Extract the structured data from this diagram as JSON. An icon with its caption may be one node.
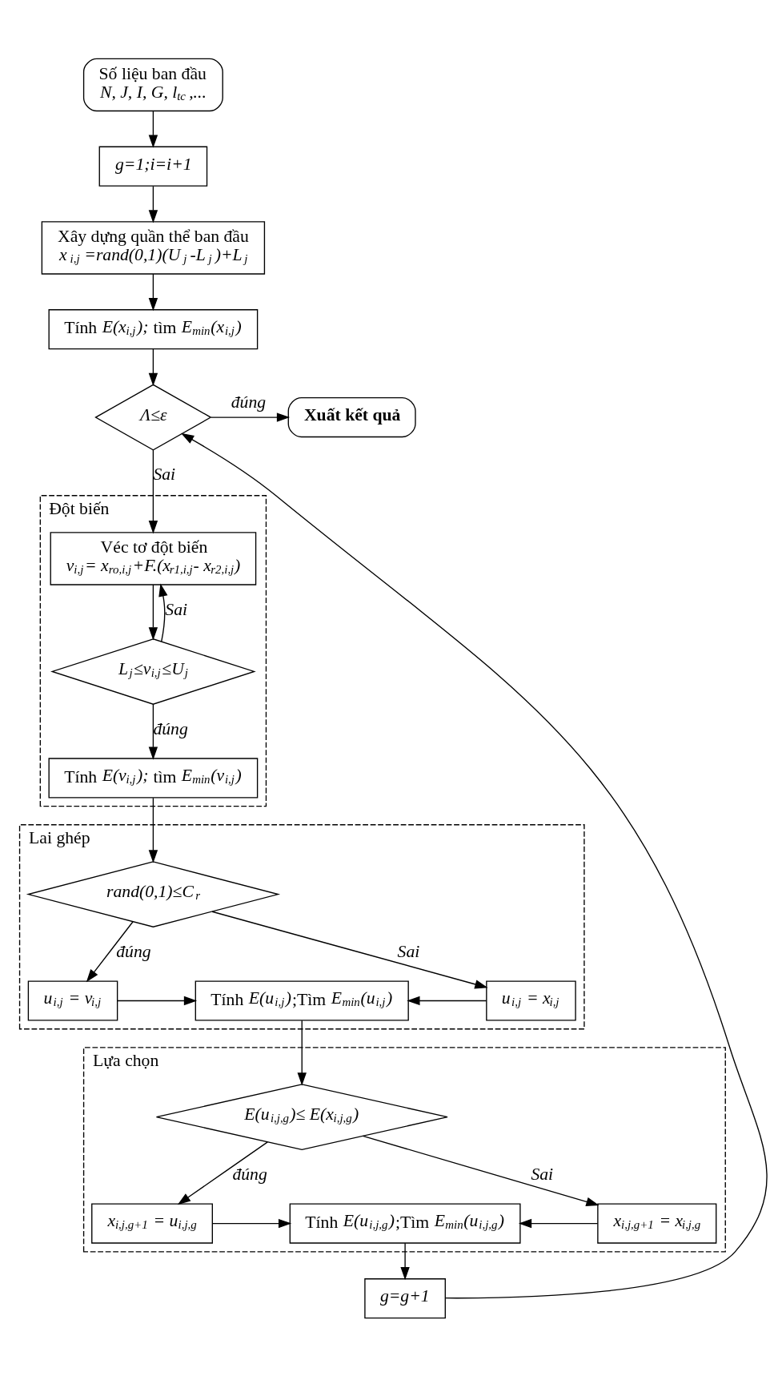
{
  "diagram": {
    "nodes": [
      {
        "text": [
          "Số liệu ban đầu",
          "N, J, I, G, l$_{tc}$,..."
        ]
      },
      {
        "text": [
          "g=1;i=i+1"
        ]
      },
      {
        "text": [
          "Xây dựng quần thể ban đầu",
          "x$_{i,j}$=rand(0,1)(U$_{j}$-L$_{j}$)+L$_{j}$"
        ]
      },
      {
        "text": [
          "Tính *E(x$_{i,j}$);* tìm *E$_{min}$(x$_{i,j}$)*"
        ]
      },
      {
        "text": [
          "Λ≤ε"
        ]
      },
      {
        "text": [
          "Xuất kết quả"
        ]
      },
      {
        "text": [
          "Đột biến"
        ]
      },
      {
        "text": [
          "Véc tơ đột biến",
          "v$_{i,j}$= x$_{ro,i,j}$+F.(x$_{r1,i,j}$- x$_{r2,i,j}$)"
        ],
        "in": 6
      },
      {
        "text": [
          "L$_{j}$≤v$_{i,j}$≤U$_{j}$"
        ],
        "in": 6
      },
      {
        "text": [
          "Tính *E(v$_{i,j}$);* tìm *E$_{min}$(v$_{i,j}$)*"
        ],
        "in": 6
      },
      {
        "text": [
          "Lai ghép"
        ]
      },
      {
        "text": [
          "rand(0,1)≤C$_{r}$"
        ],
        "in": 10
      },
      {
        "text": [
          "u$_{i,j}$ = v$_{i,j}$"
        ],
        "in": 10
      },
      {
        "text": [
          "Tính *E(u$_{i,j}$)*;Tìm *E$_{min}$(u$_{i,j}$)*"
        ],
        "in": 10
      },
      {
        "text": [
          "u$_{i,j}$ = x$_{i,j}$"
        ],
        "in": 10
      },
      {
        "text": [
          "Lựa chọn"
        ]
      },
      {
        "text": [
          "E(u$_{i,j,g}$)≤ E(x$_{i,j,g}$)"
        ],
        "in": 15
      },
      {
        "text": [
          "x$_{i,j,g+1}$ = u$_{i,j,g}$"
        ],
        "in": 15
      },
      {
        "text": [
          "Tính *E(u$_{i,j,g}$)*;Tìm *E$_{min}$(u$_{i,j,g}$)*"
        ],
        "in": 15
      },
      {
        "text": [
          "x$_{i,j,g+1}$ = x$_{i,j,g}$"
        ],
        "in": 15
      },
      {
        "text": [
          "g=g+1"
        ]
      }
    ],
    "edges": [
      {
        "from": 0,
        "to": 1,
        "arrow": "to"
      },
      {
        "from": 1,
        "to": 2,
        "arrow": "to"
      },
      {
        "from": 2,
        "to": 3,
        "arrow": "to"
      },
      {
        "from": 3,
        "to": 4,
        "arrow": "to"
      },
      {
        "from": 4,
        "to": 5,
        "arrow": "to",
        "label": "đúng"
      },
      {
        "from": 4,
        "to": 7,
        "arrow": "to",
        "label": "Sai"
      },
      {
        "from": 7,
        "to": 8,
        "arrow": "to"
      },
      {
        "from": 8,
        "to": 7,
        "arrow": "to",
        "label": "Sai"
      },
      {
        "from": 8,
        "to": 9,
        "arrow": "to",
        "label": "đúng"
      },
      {
        "from": 9,
        "to": 11,
        "arrow": "to"
      },
      {
        "from": 11,
        "to": 12,
        "arrow": "to",
        "label": "đúng"
      },
      {
        "from": 11,
        "to": 14,
        "arrow": "to",
        "label": "Sai"
      },
      {
        "from": 12,
        "to": 13,
        "arrow": "to"
      },
      {
        "from": 14,
        "to": 13,
        "arrow": "to"
      },
      {
        "from": 13,
        "to": 16,
        "arrow": "to"
      },
      {
        "from": 16,
        "to": 17,
        "arrow": "to",
        "label": "đúng"
      },
      {
        "from": 16,
        "to": 19,
        "arrow": "to",
        "label": "Sai"
      },
      {
        "from": 17,
        "to": 18,
        "arrow": "to"
      },
      {
        "from": 19,
        "to": 18,
        "arrow": "to"
      },
      {
        "from": 18,
        "to": 20,
        "arrow": "to"
      },
      {
        "from": 20,
        "to": 4,
        "arrow": "to"
      }
    ]
  }
}
